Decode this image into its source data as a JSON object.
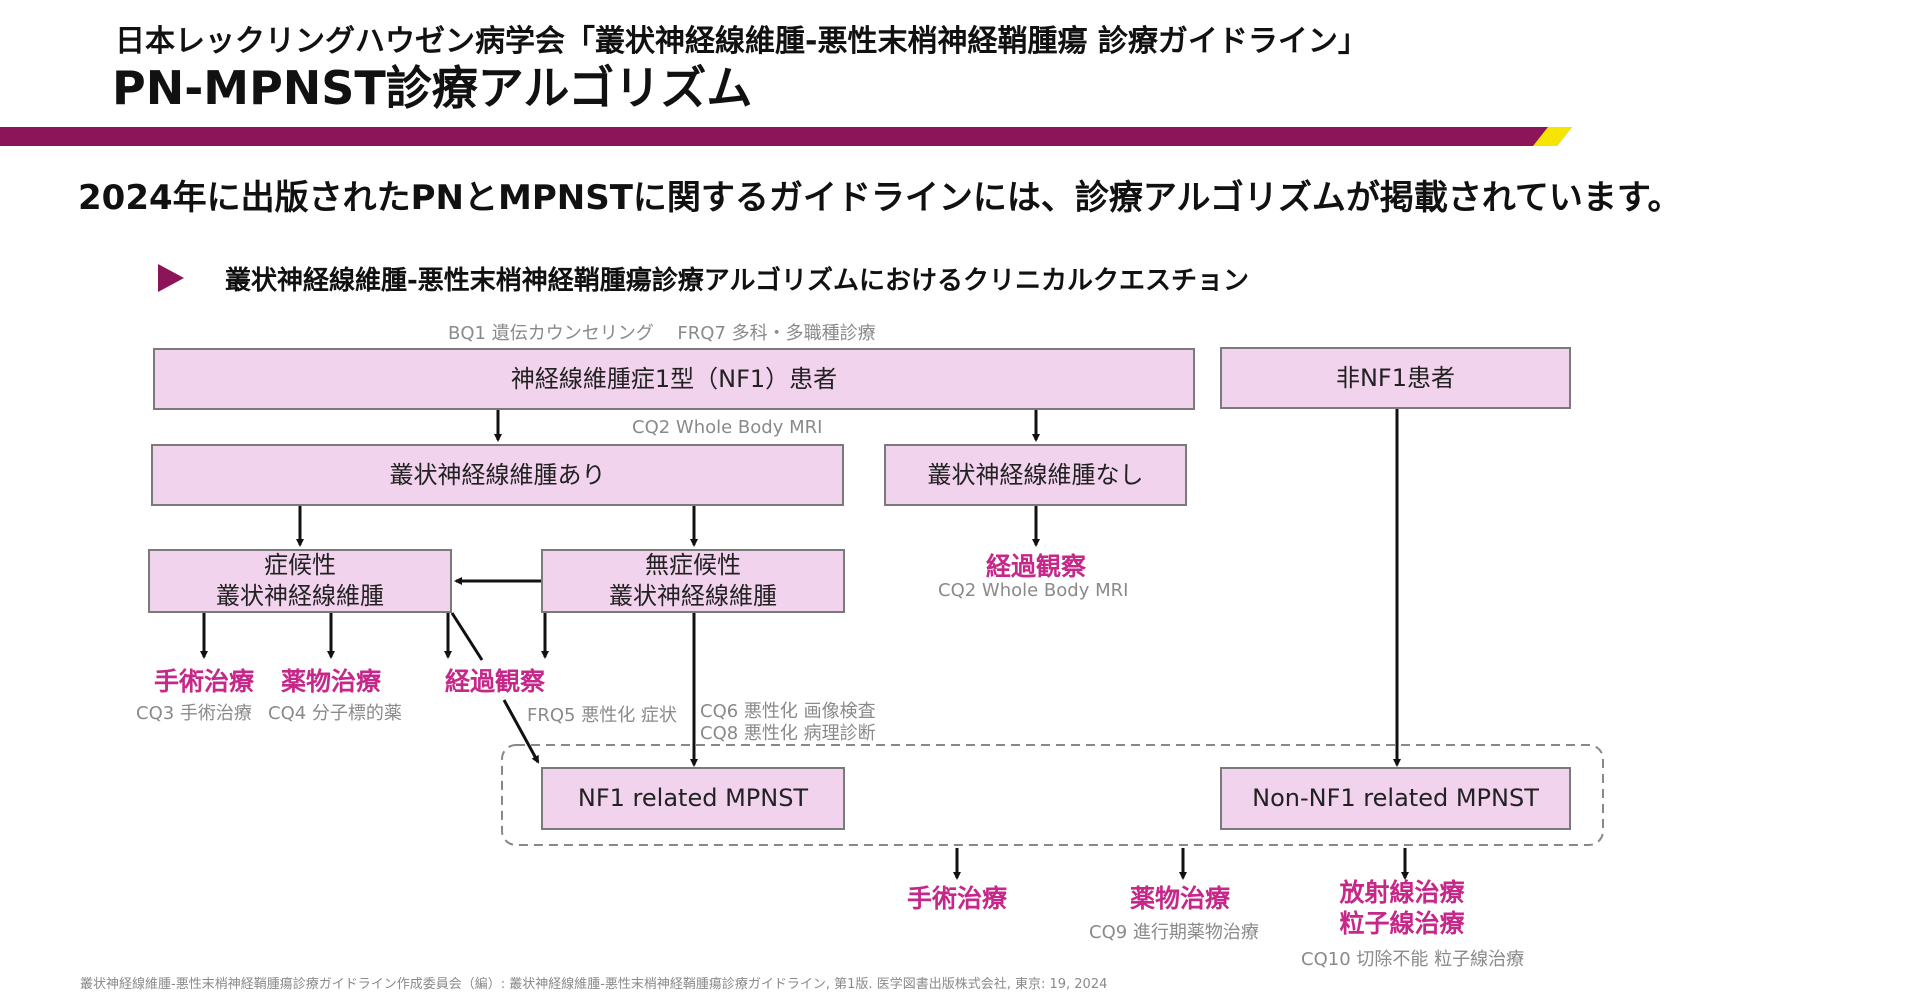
{
  "header": {
    "subtitle": "日本レックリングハウゼン病学会「叢状神経線維腫-悪性末梢神経鞘腫瘍 診療ガイドライン」",
    "title": "PN-MPNST診療アルゴリズム"
  },
  "intro": "2024年に出版されたPNとMPNSTに関するガイドラインには、診療アルゴリズムが掲載されています。",
  "section_title": "叢状神経線維腫-悪性末梢神経鞘腫瘍診療アルゴリズムにおけるクリニカルクエスチョン",
  "colors": {
    "brand": "#8c1458",
    "accent_yellow": "#f5e500",
    "box_fill": "#f2d3ee",
    "emphasis": "#c6288a"
  },
  "diagram": {
    "top_note": "BQ1 遺伝カウンセリング　 FRQ7 多科・多職種診療",
    "nf1_patient": "神経線維腫症1型（NF1）患者",
    "non_nf1_patient": "非NF1患者",
    "cq2_note_top": "CQ2 Whole Body MRI",
    "pn_present": "叢状神経線維腫あり",
    "pn_absent": "叢状神経線維腫なし",
    "symptomatic": [
      "症候性",
      "叢状神経線維腫"
    ],
    "asymptomatic": [
      "無症候性",
      "叢状神経線維腫"
    ],
    "observation_right": "経過観察",
    "cq2_note_right": "CQ2 Whole Body MRI",
    "surgery": "手術治療",
    "cq3": "CQ3 手術治療",
    "drug": "薬物治療",
    "cq4": "CQ4 分子標的薬",
    "observation_left": "経過観察",
    "frq5": "FRQ5 悪性化 症状",
    "cq6": "CQ6 悪性化 画像検査",
    "cq8": "CQ8 悪性化 病理診断",
    "nf1_mpnst": "NF1 related MPNST",
    "non_nf1_mpnst": "Non-NF1 related MPNST",
    "bottom_surgery": "手術治療",
    "bottom_drug": "薬物治療",
    "cq9": "CQ9 進行期薬物治療",
    "radiation": [
      "放射線治療",
      "粒子線治療"
    ],
    "cq10": "CQ10 切除不能 粒子線治療"
  },
  "citation": "叢状神経線維腫-悪性末梢神経鞘腫瘍診療ガイドライン作成委員会（編）: 叢状神経線維腫-悪性末梢神経鞘腫瘍診療ガイドライン, 第1版. 医学図書出版株式会社, 東京: 19, 2024"
}
